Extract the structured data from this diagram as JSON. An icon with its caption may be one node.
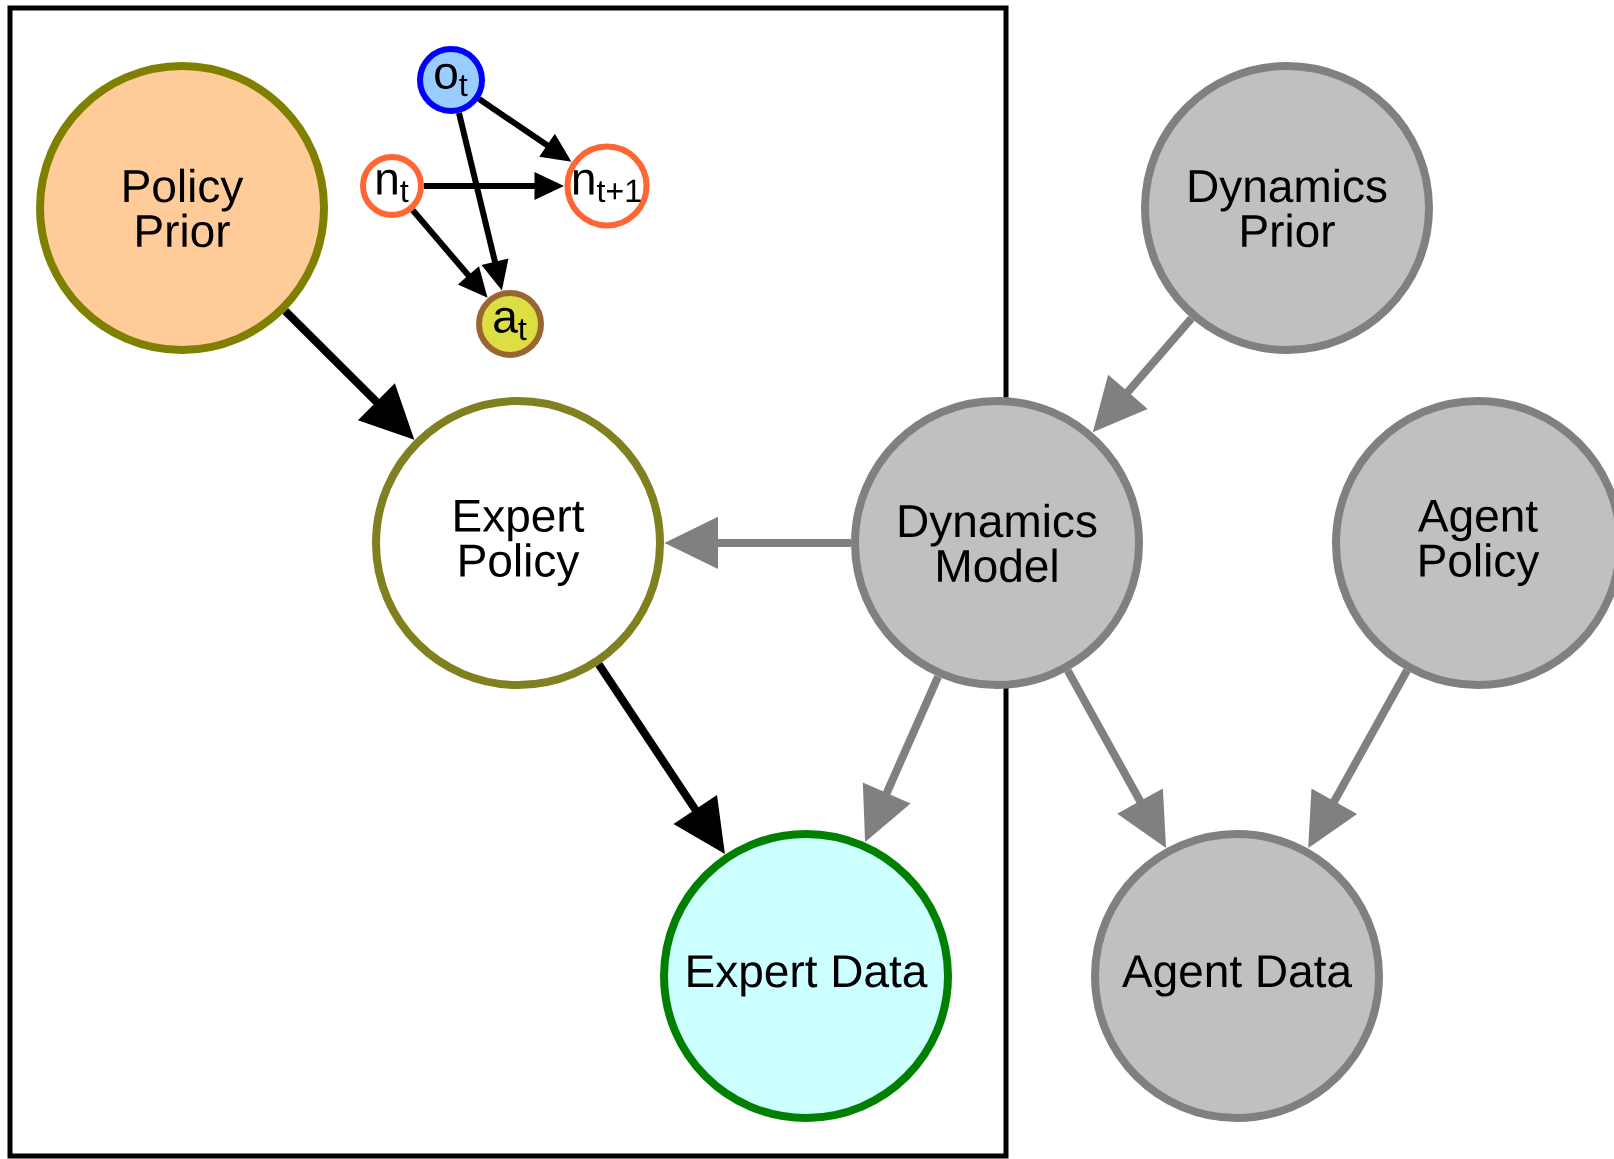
{
  "diagram": {
    "nodes": [
      {
        "text": [
          "Policy Prior"
        ]
      },
      {
        "text": [
          "o$_{t}$"
        ]
      },
      {
        "text": [
          "n$_{t}$"
        ]
      },
      {
        "text": [
          "n$_{t+1}$"
        ]
      },
      {
        "text": [
          "a$_{t}$"
        ]
      },
      {
        "text": [
          "Dynamics Prior"
        ]
      },
      {
        "text": [
          "Expert Policy"
        ]
      },
      {
        "text": [
          "Dynamics Model"
        ]
      },
      {
        "text": [
          "Agent Policy"
        ]
      },
      {
        "text": [
          "Expert Data"
        ]
      },
      {
        "text": [
          "Agent Data"
        ]
      }
    ],
    "edges": [
      {
        "from": 0,
        "to": 6,
        "arrow": "to"
      },
      {
        "from": 1,
        "to": 3,
        "arrow": "to"
      },
      {
        "from": 2,
        "to": 3,
        "arrow": "to"
      },
      {
        "from": 1,
        "to": 4,
        "arrow": "to"
      },
      {
        "from": 2,
        "to": 4,
        "arrow": "to"
      },
      {
        "from": 5,
        "to": 7,
        "arrow": "to",
        "color": "#808080"
      },
      {
        "from": 7,
        "to": 6,
        "arrow": "to",
        "color": "#808080"
      },
      {
        "from": 6,
        "to": 9,
        "arrow": "to"
      },
      {
        "from": 7,
        "to": 9,
        "arrow": "to",
        "color": "#808080"
      },
      {
        "from": 7,
        "to": 10,
        "arrow": "to",
        "color": "#808080"
      },
      {
        "from": 8,
        "to": 10,
        "arrow": "to",
        "color": "#808080"
      }
    ]
  }
}
